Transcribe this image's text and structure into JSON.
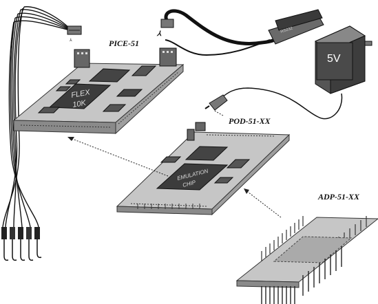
{
  "labels": {
    "pice": "PICE-51",
    "pod": "POD-51-XX",
    "adp": "ADP-51-XX",
    "power": "5V",
    "fpga_line1": "FLEX",
    "fpga_line2": "10K",
    "emu_line1": "EMULATION",
    "emu_line2": "CHIP",
    "serial": "RS232"
  },
  "colors": {
    "board": "#c8c8c8",
    "board_edge": "#5a5a5a",
    "chip": "#3c3c3c",
    "power_block": "#4d4d4d",
    "cable": "#111111"
  }
}
